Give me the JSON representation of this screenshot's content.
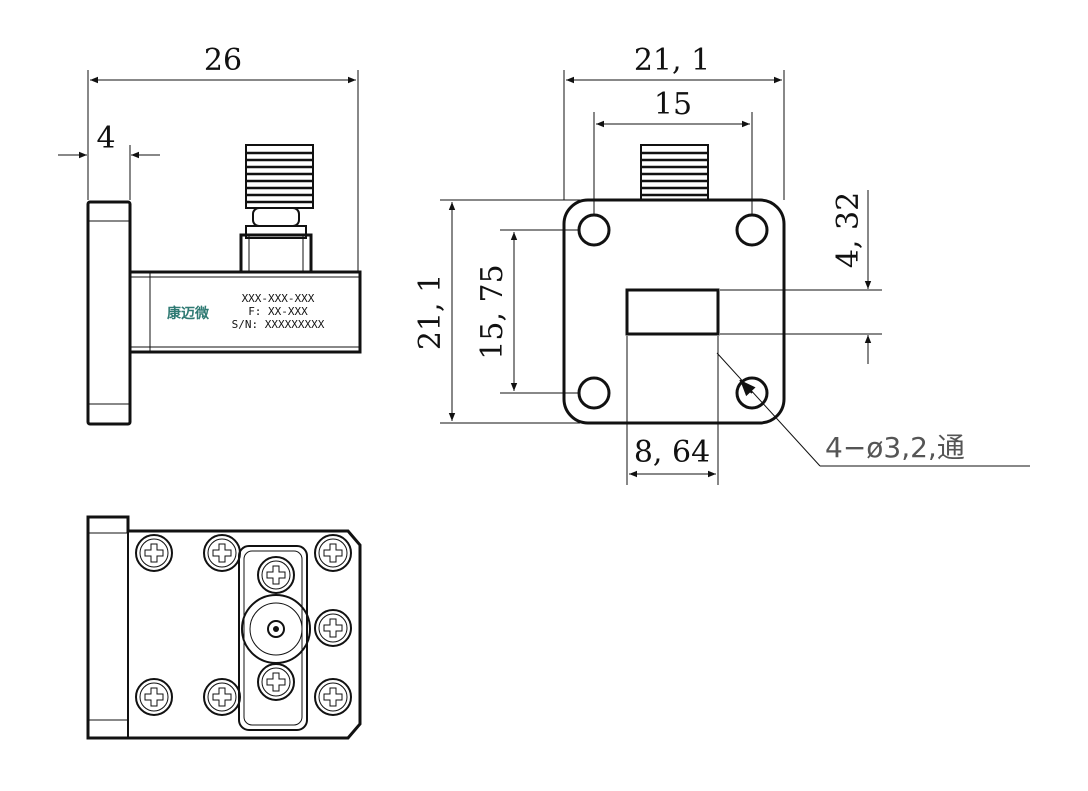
{
  "dimensions": {
    "overall_length": "26",
    "flange_thickness": "4",
    "flange_width": "21, 1",
    "hole_spacing_h": "15",
    "flange_height": "21, 1",
    "hole_spacing_v": "15, 75",
    "aperture_height": "4, 32",
    "aperture_width": "8, 64",
    "hole_note": "4−ø3,2,通"
  },
  "label": {
    "logo": "康迈微",
    "part_number": "XXX-XXX-XXX",
    "frequency": "F: XX-XXX",
    "serial": "S/N: XXXXXXXXX"
  },
  "colors": {
    "line": "#111111",
    "logo": "#2f7a73",
    "note": "#555555"
  }
}
